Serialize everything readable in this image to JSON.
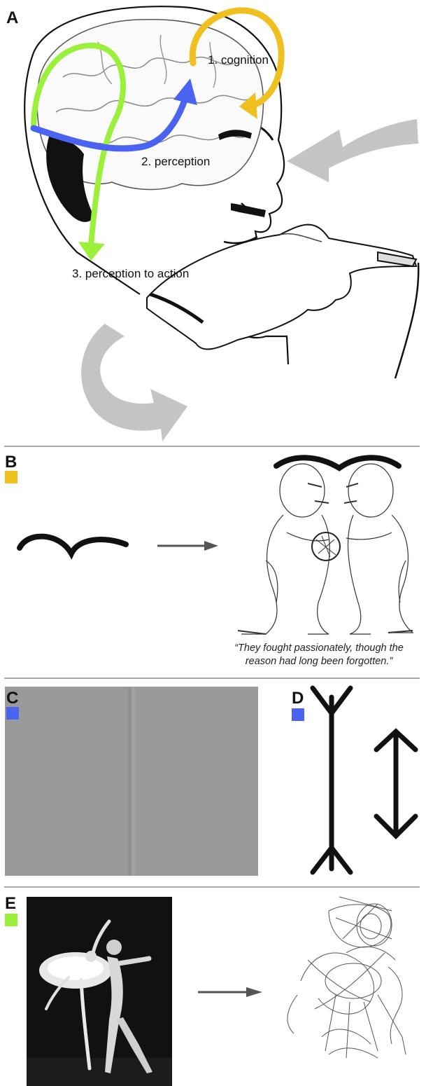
{
  "colors": {
    "cognition": "#f0c020",
    "perception": "#4a63f0",
    "action": "#9af03a",
    "grey_arrow": "#c4c4c4",
    "divider": "#a8a8a8",
    "illusion_grey": "#9a9a9a",
    "dark_arrow": "#555555"
  },
  "panel_a": {
    "letter": "A",
    "labels": {
      "cognition": "1. cognition",
      "perception": "2. perception",
      "action": "3. perception to action"
    }
  },
  "panel_b": {
    "letter": "B",
    "quote_line1": "“They fought passionately, though the",
    "quote_line2": "reason had long been forgotten.”"
  },
  "panel_c": {
    "letter": "C"
  },
  "panel_d": {
    "letter": "D"
  },
  "panel_e": {
    "letter": "E"
  },
  "icons": {
    "head": "head-profile-icon",
    "hand": "drawing-hand-icon",
    "figures": "fighting-figures-icon",
    "dancers": "ballet-dancers-icon",
    "scribble": "scribble-drawing-icon"
  }
}
